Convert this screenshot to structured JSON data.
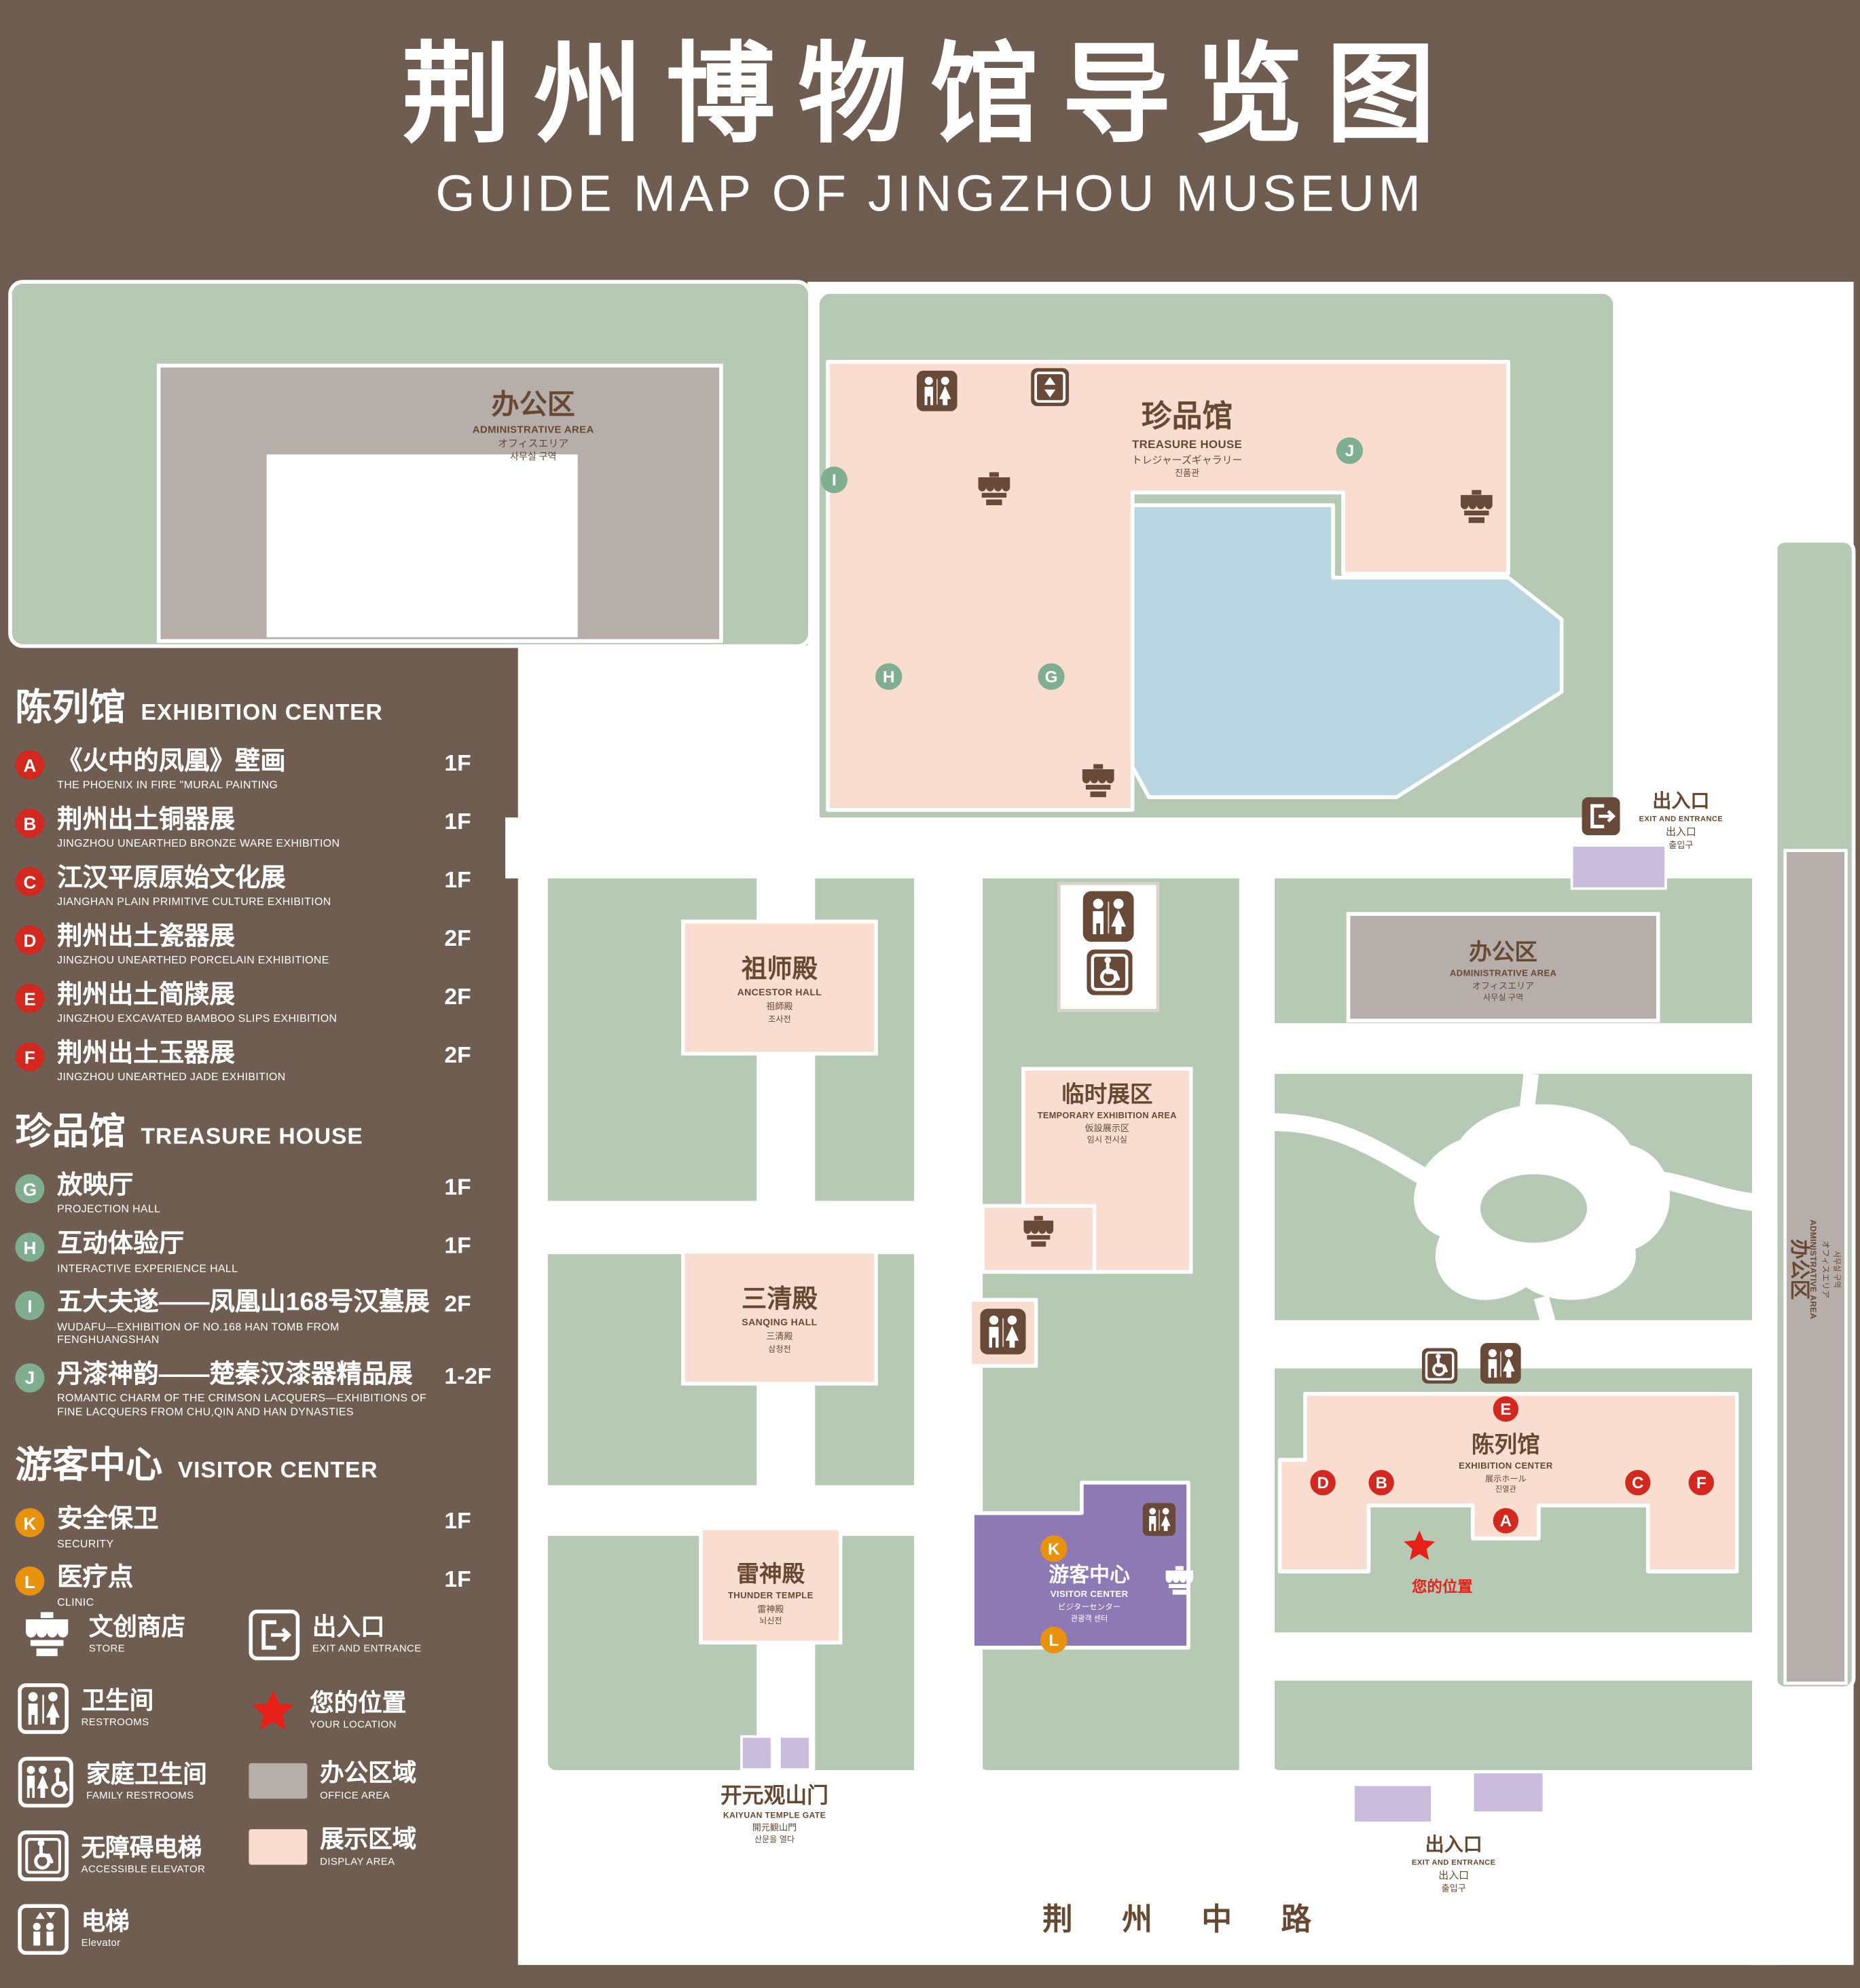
{
  "colors": {
    "background": "#6f5d51",
    "ground_green": "#b6c9b4",
    "display_pink": "#f8ddd0",
    "office_gray": "#b6aeab",
    "visitor_purple": "#8d7ab5",
    "entrance_lavender": "#c9bcdc",
    "pond_blue": "#b9d6e2",
    "path_white": "#ffffff",
    "icon_brown": "#694a38",
    "text_brown": "#674932",
    "marker_red": "#d3281f",
    "marker_green": "#7fae91",
    "marker_orange": "#e9920e",
    "location_red": "#e8201a"
  },
  "header": {
    "title": "荆州博物馆导览图",
    "subtitle": "GUIDE MAP OF JINGZHOU MUSEUM"
  },
  "legend": {
    "sections": [
      {
        "title_zh": "陈列馆",
        "title_en": "EXHIBITION CENTER",
        "items": [
          {
            "letter": "A",
            "zh": "《火中的凤凰》壁画",
            "en": "THE PHOENIX IN FIRE \"MURAL PAINTING",
            "floor": "1F"
          },
          {
            "letter": "B",
            "zh": "荆州出土铜器展",
            "en": "JINGZHOU UNEARTHED BRONZE WARE EXHIBITION",
            "floor": "1F"
          },
          {
            "letter": "C",
            "zh": "江汉平原原始文化展",
            "en": "JIANGHAN PLAIN PRIMITIVE CULTURE EXHIBITION",
            "floor": "1F"
          },
          {
            "letter": "D",
            "zh": "荆州出土瓷器展",
            "en": "JINGZHOU UNEARTHED PORCELAIN EXHIBITIONE",
            "floor": "2F"
          },
          {
            "letter": "E",
            "zh": "荆州出土简牍展",
            "en": "JINGZHOU EXCAVATED BAMBOO SLIPS EXHIBITION",
            "floor": "2F"
          },
          {
            "letter": "F",
            "zh": "荆州出土玉器展",
            "en": "JINGZHOU UNEARTHED JADE EXHIBITION",
            "floor": "2F"
          }
        ]
      },
      {
        "title_zh": "珍品馆",
        "title_en": "TREASURE HOUSE",
        "items": [
          {
            "letter": "G",
            "zh": "放映厅",
            "en": "PROJECTION HALL",
            "floor": "1F"
          },
          {
            "letter": "H",
            "zh": "互动体验厅",
            "en": "INTERACTIVE EXPERIENCE HALL",
            "floor": "1F"
          },
          {
            "letter": "I",
            "zh": "五大夫遂——凤凰山168号汉墓展",
            "en": "WUDAFU—EXHIBITION OF NO.168 HAN TOMB FROM FENGHUANGSHAN",
            "floor": "2F"
          },
          {
            "letter": "J",
            "zh": "丹漆神韵——楚秦汉漆器精品展",
            "en": "ROMANTIC CHARM OF THE CRIMSON LACQUERS—EXHIBITIONS OF FINE LACQUERS FROM CHU,QIN AND HAN DYNASTIES",
            "floor": "1-2F"
          }
        ]
      },
      {
        "title_zh": "游客中心",
        "title_en": "VISITOR CENTER",
        "items": [
          {
            "letter": "K",
            "zh": "安全保卫",
            "en": "SECURITY",
            "floor": "1F"
          },
          {
            "letter": "L",
            "zh": "医疗点",
            "en": "CLINIC",
            "floor": "1F"
          }
        ]
      }
    ],
    "symbols_col1": [
      {
        "icon": "store-icon",
        "zh": "文创商店",
        "en": "STORE"
      },
      {
        "icon": "restroom-icon",
        "zh": "卫生间",
        "en": "RESTROOMS"
      },
      {
        "icon": "family-restroom-icon",
        "zh": "家庭卫生间",
        "en": "FAMILY RESTROOMS"
      },
      {
        "icon": "accessible-elevator-icon",
        "zh": "无障碍电梯",
        "en": "ACCESSIBLE ELEVATOR"
      },
      {
        "icon": "elevator-icon",
        "zh": "电梯",
        "en": "Elevator"
      }
    ],
    "symbols_col2": [
      {
        "icon": "exit-icon",
        "zh": "出入口",
        "en": "EXIT AND ENTRANCE"
      },
      {
        "icon": "your-location-icon",
        "zh": "您的位置",
        "en": "YOUR LOCATION"
      },
      {
        "icon": "office-area-swatch",
        "zh": "办公区域",
        "en": "OFFICE AREA"
      },
      {
        "icon": "display-area-swatch",
        "zh": "展示区域",
        "en": "DISPLAY AREA"
      }
    ]
  },
  "map": {
    "admin_top": {
      "l1": "办公区",
      "l2": "ADMINISTRATIVE AREA",
      "l3": "オフィスエリア",
      "l4": "사무실 구역"
    },
    "treasure": {
      "l1": "珍品馆",
      "l2": "TREASURE HOUSE",
      "l3": "トレジャーズギャラリー",
      "l4": "진품관"
    },
    "ancestor": {
      "l1": "祖师殿",
      "l2": "ANCESTOR HALL",
      "l3": "祖師殿",
      "l4": "조사전"
    },
    "temporary": {
      "l1": "临时展区",
      "l2": "TEMPORARY EXHIBITION AREA",
      "l3": "仮設展示区",
      "l4": "임시 전시실"
    },
    "sanqing": {
      "l1": "三清殿",
      "l2": "SANQING HALL",
      "l3": "三清殿",
      "l4": "삼청전"
    },
    "thunder": {
      "l1": "雷神殿",
      "l2": "THUNDER TEMPLE",
      "l3": "雷神殿",
      "l4": "뇌신전"
    },
    "admin_mid": {
      "l1": "办公区",
      "l2": "ADMINISTRATIVE AREA",
      "l3": "オフィスエリア",
      "l4": "사무실 구역"
    },
    "admin_right": {
      "l1": "办公区",
      "l2": "ADMINISTRATIVE AREA",
      "l3": "オフィスエリア",
      "l4": "사무실 구역"
    },
    "exhibition": {
      "l1": "陈列馆",
      "l2": "EXHIBITION CENTER",
      "l3": "展示ホール",
      "l4": "진열관"
    },
    "visitor": {
      "l1": "游客中心",
      "l2": "VISITOR CENTER",
      "l3": "ビジターセンター",
      "l4": "관광객 센터"
    },
    "gate": {
      "l1": "开元观山门",
      "l2": "KAIYUAN TEMPLE GATE",
      "l3": "開元観山門",
      "l4": "산문을 열다"
    },
    "exit_top": {
      "l1": "出入口",
      "l2": "EXIT AND ENTRANCE",
      "l3": "出入口",
      "l4": "출입구"
    },
    "exit_bottom": {
      "l1": "出入口",
      "l2": "EXIT AND ENTRANCE",
      "l3": "出入口",
      "l4": "출입구"
    },
    "road": "荆 州 中 路",
    "your_location": "您的位置",
    "markers": {
      "a": "A",
      "b": "B",
      "c": "C",
      "d": "D",
      "e": "E",
      "f": "F",
      "g": "G",
      "h": "H",
      "i": "I",
      "j": "J",
      "k": "K",
      "l": "L"
    }
  }
}
